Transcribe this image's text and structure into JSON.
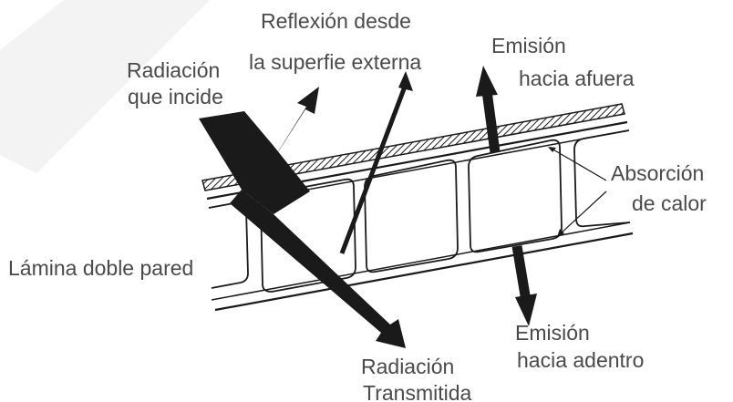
{
  "labels": {
    "incident": [
      "Radiación",
      "que incide"
    ],
    "reflection": [
      "Reflexión desde",
      "la superfie externa"
    ],
    "emission_out": [
      "Emisión",
      "hacia afuera"
    ],
    "absorption": [
      "Absorción",
      "de calor"
    ],
    "panel": "Lámina doble pared",
    "emission_in": [
      "Emisión",
      "hacia adentro"
    ],
    "transmitted": [
      "Radiación",
      "Transmitida"
    ]
  },
  "colors": {
    "ink": "#1a1a1a",
    "label": "#4a4a4a",
    "watermark": "#f2f2f2",
    "hatch": "#1a1a1a"
  }
}
